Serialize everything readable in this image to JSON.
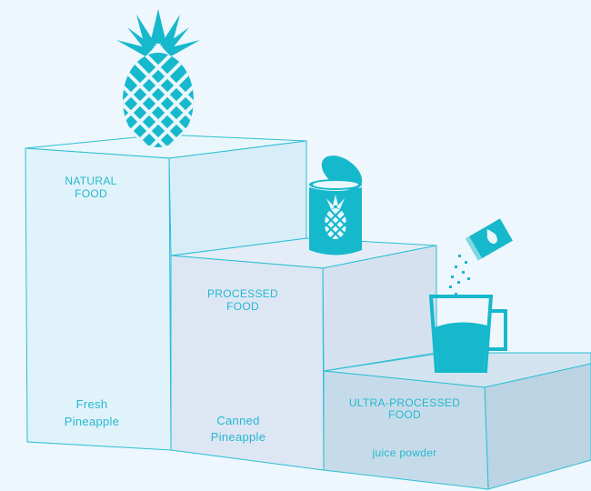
{
  "steps": [
    {
      "category": [
        "NATURAL",
        "FOOD"
      ],
      "product": [
        "Fresh",
        "Pineapple"
      ]
    },
    {
      "category": [
        "PROCESSED",
        "FOOD"
      ],
      "product": [
        "Canned",
        "Pineapple"
      ]
    },
    {
      "category": [
        "ULTRA-PROCESSED",
        "FOOD"
      ],
      "product": [
        "juice powder"
      ]
    }
  ],
  "colors": {
    "background": "#eef7fd",
    "natural_block": "#e0f2fa",
    "processed_block": "#dde6f3",
    "ultra_block": "#c6dbe9",
    "outline": "#2bbfd3",
    "icon": "#16b8cc",
    "label": "#25b8cf"
  },
  "icons": [
    "pineapple-icon",
    "canned-pineapple-icon",
    "juice-powder-packet-icon",
    "juice-glass-icon"
  ]
}
